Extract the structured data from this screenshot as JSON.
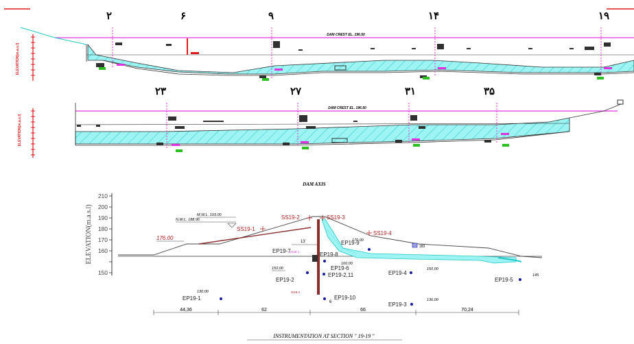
{
  "colors": {
    "fill": "#9ef3f3",
    "hatch": "#20c8c8",
    "magenta": "#e030e0",
    "red": "#e01818",
    "blue": "#1a1aa8",
    "line": "#303030",
    "green": "#2cc020"
  },
  "longitudinal_sections": {
    "upper": {
      "section_numbers": [
        "۲",
        "۶",
        "۹",
        "۱۴",
        "۱۹"
      ],
      "crest_label": "DAM CREST EL. 196.50"
    },
    "lower": {
      "section_numbers": [
        "۲۳",
        "۲۷",
        "۳۱",
        "۳۵"
      ],
      "crest_label": "DAM CREST EL. 196.50"
    },
    "axis_label": "ELEVATION(m.a.s.l)"
  },
  "dam_axis_label": "DAM AXIS",
  "cross_section": {
    "y_axis": {
      "label": "ELEVATION(m.a.s.l)",
      "ticks": [
        "210",
        "200",
        "190",
        "180",
        "170",
        "160",
        "150"
      ]
    },
    "water_level": {
      "nwl": "N.W.L. 188.96",
      "mwl": "M.W.L. 193.00"
    },
    "elevation_marks": [
      "176.00",
      "170.00",
      "160.00",
      "150.00",
      "150.00",
      "145",
      "136.00",
      "130.00"
    ],
    "settlement_points": [
      "SS19-1",
      "SS19-2",
      "SS19-3",
      "SS19-4"
    ],
    "piezometers": [
      "EP19-1",
      "EP19-2",
      "EP19-2,11",
      "EP19-3",
      "EP19-4",
      "EP19-5",
      "EP19-6",
      "EP19-7",
      "EP19-8",
      "EP19-9",
      "EP19-10"
    ],
    "annotations": [
      "13",
      "183",
      "IS19-1",
      "IS19-1",
      "6"
    ],
    "dimensions": [
      "44,36",
      "62",
      "66",
      "70,24"
    ],
    "title": "INSTRUMENTATION  AT  SECTION    \" 19-19 \""
  }
}
